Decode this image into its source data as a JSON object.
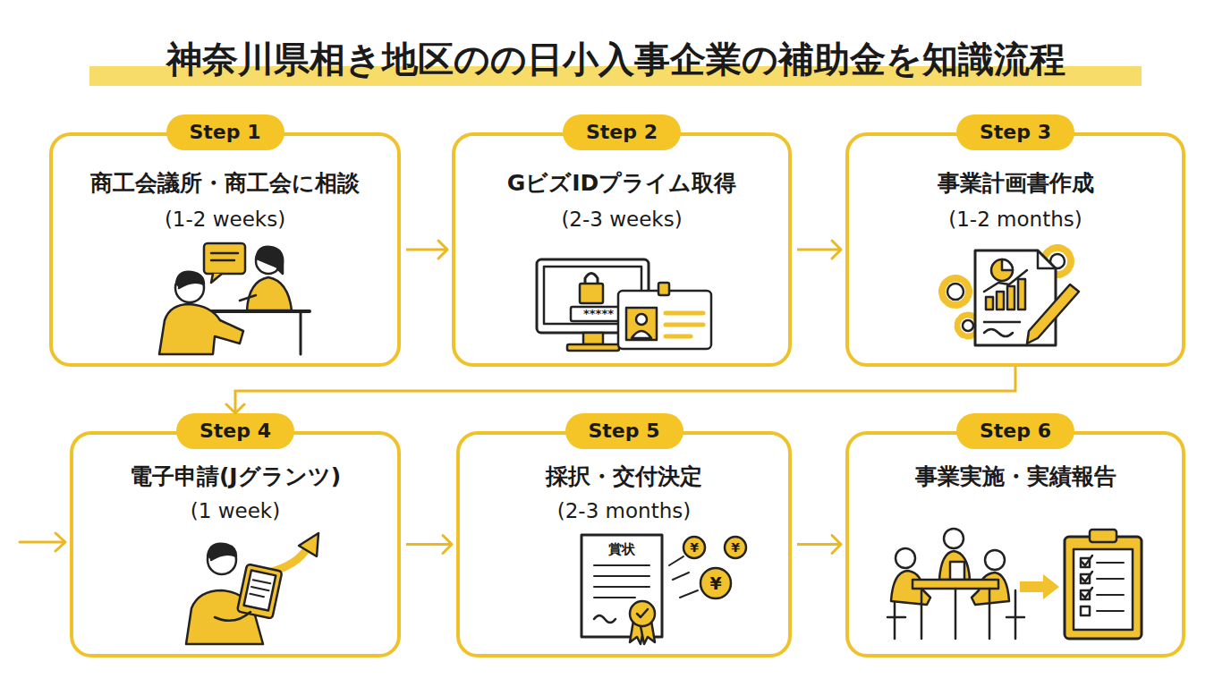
{
  "diagram": {
    "title": "神奈川県相き地区のの日小入事企業の補助金を知識流程",
    "nodes": [
      {
        "text": [
          "Step 1",
          "商工会議所・商工会に相談",
          "(1-2 weeks)"
        ]
      },
      {
        "text": [
          "Step 2",
          "GビズIDプライム取得",
          "(2-3 weeks)"
        ]
      },
      {
        "text": [
          "Step 3",
          "事業計画書作成",
          "(1-2 months)"
        ]
      },
      {
        "text": [
          "Step 4",
          "電子申請(Jグランツ)",
          "(1 week)"
        ]
      },
      {
        "text": [
          "Step 5",
          "採択・交付決定",
          "(2-3 months)"
        ]
      },
      {
        "text": [
          "Step 6",
          "事業実施・実績報告"
        ]
      }
    ],
    "edges": [
      {
        "from": 0,
        "to": 1,
        "arrow": "to"
      },
      {
        "from": 1,
        "to": 2,
        "arrow": "to"
      },
      {
        "from": 2,
        "to": 3,
        "arrow": "to"
      },
      {
        "from": 3,
        "to": 4,
        "arrow": "to"
      },
      {
        "from": 4,
        "to": 5,
        "arrow": "to"
      }
    ],
    "labels": [
      "*****",
      "賞状",
      "¥",
      "¥",
      "¥"
    ]
  }
}
